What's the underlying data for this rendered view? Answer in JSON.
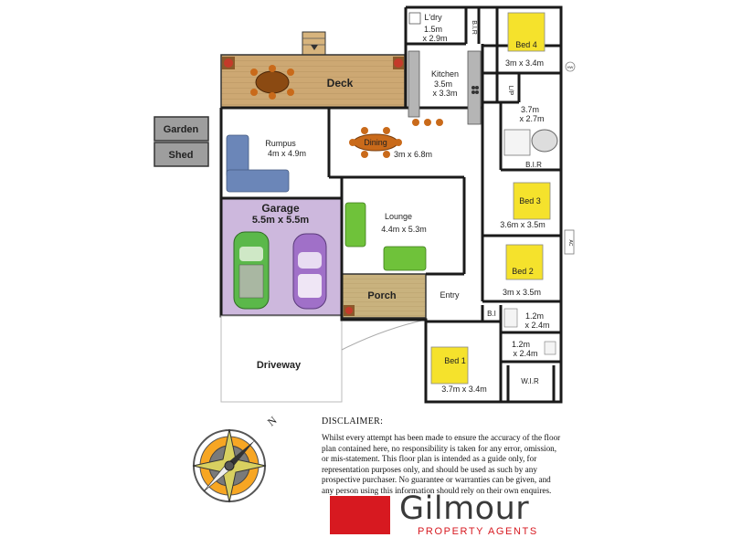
{
  "rooms": {
    "deck": "Deck",
    "laundry": "L'dry",
    "laundry_size": "1.5m",
    "laundry_size2": "x 2.9m",
    "bir_top": "B.I.R",
    "bed4": "Bed 4",
    "bed4_size": "3m x 3.4m",
    "kitchen": "Kitchen",
    "kitchen_size": "3.5m",
    "kitchen_size2": "x 3.3m",
    "lp": "L/P",
    "bath_size": "3.7m",
    "bath_size2": "x 2.7m",
    "bir_mid": "B.I.R",
    "rumpus": "Rumpus",
    "rumpus_size": "4m x 4.9m",
    "dining": "Dining",
    "dining_size": "3m x 6.8m",
    "bed3": "Bed 3",
    "bed3_size": "3.6m x 3.5m",
    "garage": "Garage",
    "garage_size": "5.5m x 5.5m",
    "lounge": "Lounge",
    "lounge_size": "4.4m x 5.3m",
    "bed2": "Bed 2",
    "bed2_size": "3m x 3.5m",
    "ac": "AC",
    "porch": "Porch",
    "entry": "Entry",
    "bi": "B.I",
    "ens1_size": "1.2m",
    "ens1_size2": "x 2.4m",
    "ens2_size": "1.2m",
    "ens2_size2": "x 2.4m",
    "driveway": "Driveway",
    "bed1": "Bed 1",
    "bed1_size": "3.7m x 3.4m",
    "wir": "W.I.R",
    "hw": "HW",
    "garden": "Garden",
    "shed": "Shed"
  },
  "compass": {
    "north": "N"
  },
  "disclaimer": {
    "title": "DISCLAIMER:",
    "body": "Whilst every attempt has been made to ensure the accuracy of the floor plan contained here, no responsibility is taken for any error, omission, or mis-statement. This floor plan is intended as a guide only, for representation purposes only, and should be used as such by any prospective purchaser. No guarantee or warranties can be given, and any person using this information should rely on their own enquires."
  },
  "logo": {
    "name": "Gilmour",
    "tagline": "PROPERTY AGENTS"
  },
  "colors": {
    "wall": "#1a1a1a",
    "deck": "#c8a46e",
    "garage": "#c9b3d9",
    "porch": "#c8b07a",
    "bed_yellow": "#f5e22c",
    "sofa_green": "#6fc23a",
    "sofa_blue": "#6b86b8",
    "table_brown": "#c96a1a",
    "brand_red": "#d71920"
  }
}
